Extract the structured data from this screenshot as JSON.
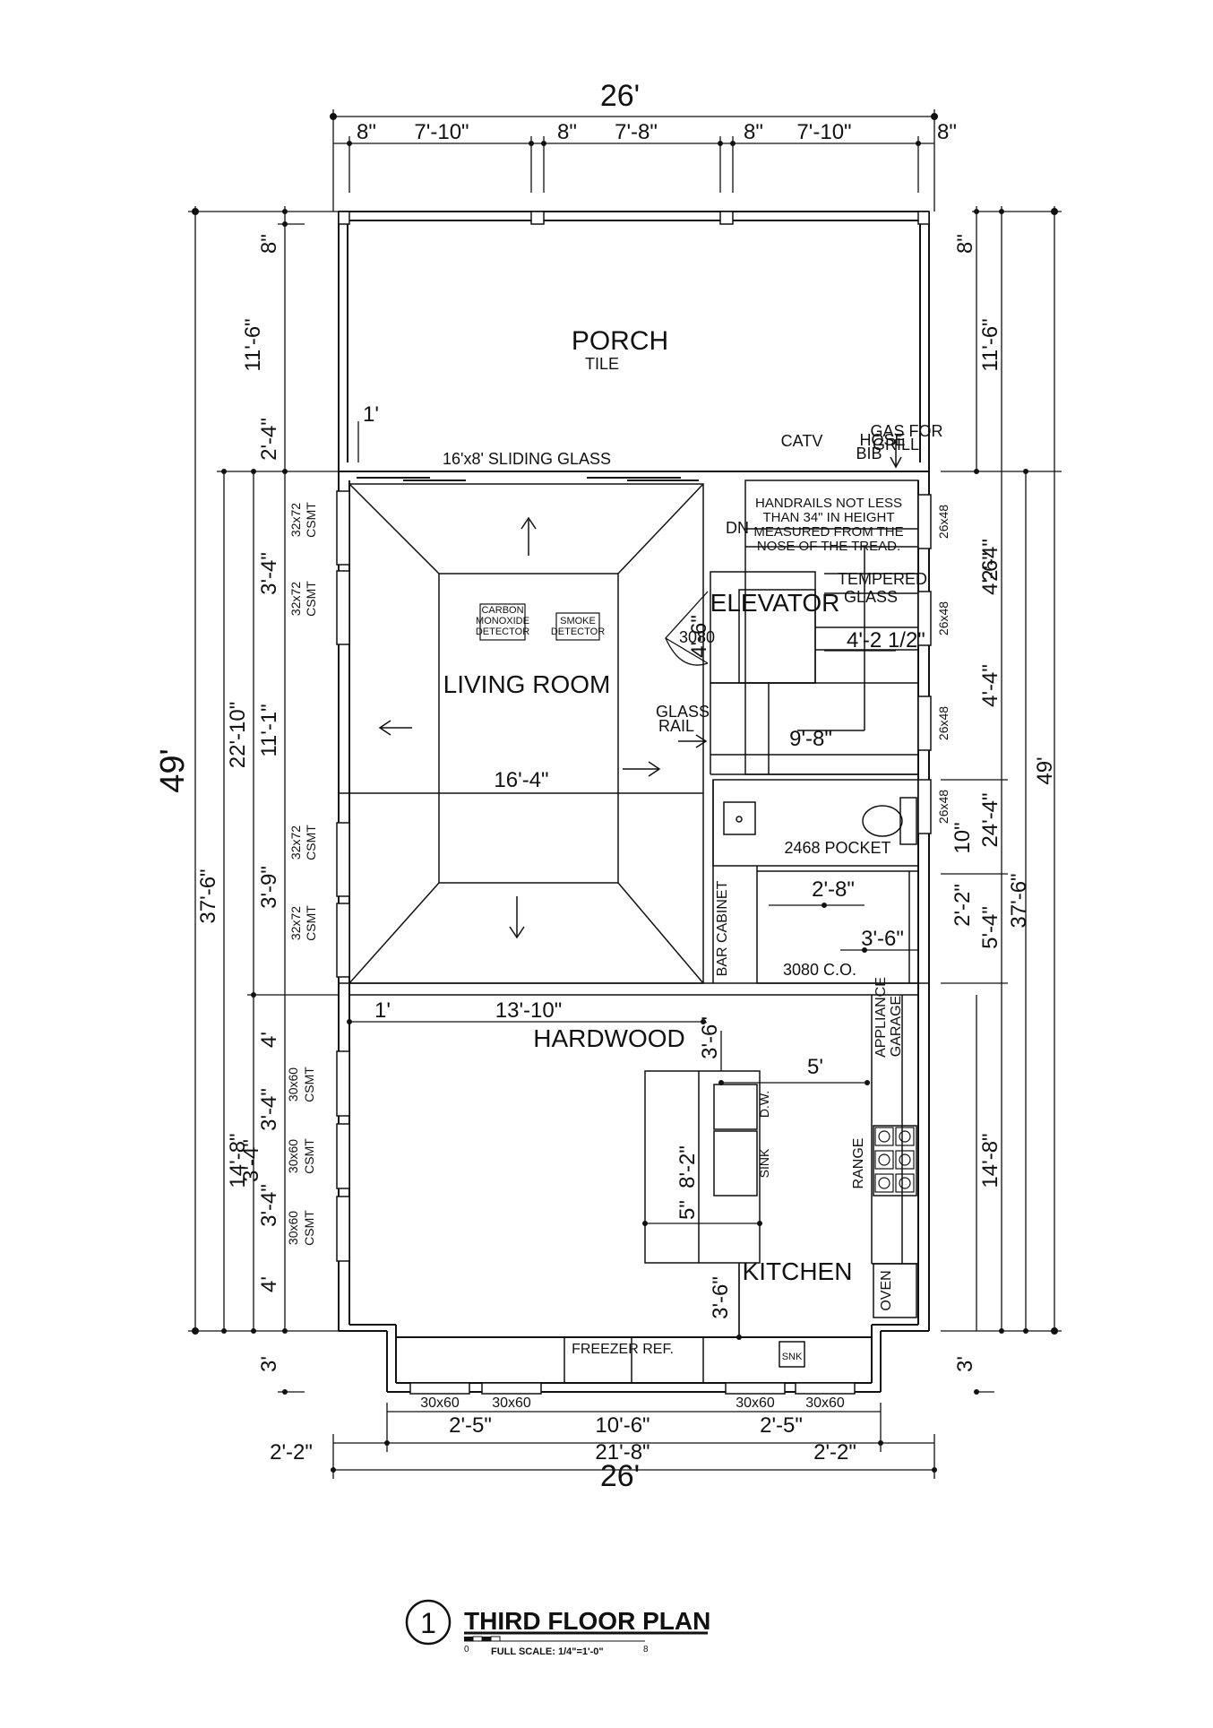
{
  "dims": {
    "top_total": "26'",
    "top_8a": "8\"",
    "top_7_10a": "7'-10\"",
    "top_8b": "8\"",
    "top_7_8": "7'-8\"",
    "top_8c": "8\"",
    "top_7_10b": "7'-10\"",
    "top_8d": "8\"",
    "left_49": "49'",
    "left_37_6": "37'-6\"",
    "left_22_10": "22'-10\"",
    "left_11_6": "11'-6\"",
    "left_8": "8\"",
    "left_2_4": "2'-4\"",
    "left_11_1": "11'-1\"",
    "left_3_4a": "3'-4\"",
    "left_3_9": "3'-9\"",
    "left_14_8": "14'-8\"",
    "left_4a": "4'",
    "left_3_4b": "3'-4\"",
    "left_3_4c": "3'-4\"",
    "left_3_4d": "3'-4\"",
    "left_4b": "4'",
    "left_3": "3'",
    "right_49": "49'",
    "right_37_6": "37'-6\"",
    "right_11_6": "11'-6\"",
    "right_8": "8\"",
    "right_4_6": "4'-6\"",
    "right_2_4": "2'-4\"",
    "right_4_4a": "4'-4\"",
    "right_24_4": "24'-4\"",
    "right_10": "10\"",
    "right_2_2a": "2'-2\"",
    "right_5_4": "5'-4\"",
    "right_14_8": "14'-8\"",
    "right_3": "3'",
    "bot_2_5a": "2'-5\"",
    "bot_10_6": "10'-6\"",
    "bot_2_5b": "2'-5\"",
    "bot_2_2a": "2'-2\"",
    "bot_21_8": "21'-8\"",
    "bot_2_2b": "2'-2\"",
    "bot_26": "26'",
    "in_1a": "1'",
    "in_16_4": "16'-4\"",
    "in_4_6": "4'-6\"",
    "in_4_2_half": "4'-2 1/2\"",
    "in_9_8": "9'-8\"",
    "in_2_8": "2'-8\"",
    "in_3_6a": "3'-6\"",
    "in_1b": "1'",
    "in_13_10": "13'-10\"",
    "in_3_6b": "3'-6\"",
    "in_5": "5'",
    "in_8_2": "8'-2\"",
    "in_5b": "5\"",
    "in_3_6c": "3'-6\""
  },
  "rooms": {
    "porch": "PORCH",
    "porch_floor": "TILE",
    "living": "LIVING ROOM",
    "elevator": "ELEVATOR",
    "kitchen": "KITCHEN",
    "hardwood": "HARDWOOD"
  },
  "labels": {
    "sliding_glass": "16'x8' SLIDING GLASS",
    "catv": "CATV",
    "hose_bib_1": "HOSE",
    "hose_bib_2": "BIB",
    "gas_grill_1": "GAS FOR",
    "gas_grill_2": "GRILL",
    "dn": "DN",
    "handrail_1": "HANDRAILS NOT LESS",
    "handrail_2": "THAN 34\" IN HEIGHT",
    "handrail_3": "MEASURED FROM THE",
    "handrail_4": "NOSE OF THE TREAD.",
    "tempered_1": "TEMPERED",
    "tempered_2": "GLASS",
    "door_3080": "3080",
    "co_1": "CARBON",
    "co_2": "MONOXIDE",
    "co_3": "DETECTOR",
    "smoke_1": "SMOKE",
    "smoke_2": "DETECTOR",
    "glass_rail_1": "GLASS",
    "glass_rail_2": "RAIL",
    "pocket": "2468 POCKET",
    "bar_cabinet": "BAR CABINET",
    "co_door": "3080 C.O.",
    "appliance_1": "APPLIANCE",
    "appliance_2": "GARAGE",
    "dw": "D.W.",
    "sink": "SINK",
    "range": "RANGE",
    "oven": "OVEN",
    "freezer": "FREEZER REF.",
    "snk": "SNK",
    "win_26x48": "26x48",
    "win_32x72": "32x72",
    "csmt": "CSMT",
    "win_30x60": "30x60"
  },
  "title": {
    "number": "1",
    "main": "THIRD FLOOR PLAN",
    "scale": "FULL SCALE: 1/4\"=1'-0\"",
    "scale_0": "0",
    "scale_8": "8"
  }
}
